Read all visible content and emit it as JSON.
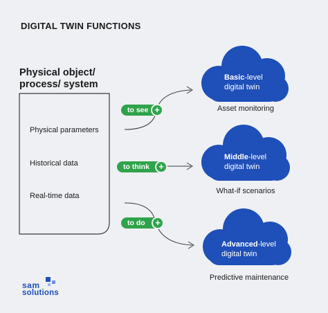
{
  "title": "DIGITAL TWIN FUNCTIONS",
  "source": {
    "title_line1": "Physical object/",
    "title_line2": "process/ system",
    "items": [
      "Physical parameters",
      "Historical data",
      "Real-time data"
    ]
  },
  "actions": [
    {
      "label": "to see"
    },
    {
      "label": "to think"
    },
    {
      "label": "to do"
    }
  ],
  "twins": [
    {
      "bold": "Basic",
      "rest": "-level",
      "line2": "digital twin",
      "caption": "Asset monitoring"
    },
    {
      "bold": "Middle",
      "rest": "-level",
      "line2": "digital twin",
      "caption": "What-if scenarios"
    },
    {
      "bold": "Advanced",
      "rest": "-level",
      "line2": "digital twin",
      "caption": "Predictive maintenance"
    }
  ],
  "logo": {
    "line1": "sam",
    "line2": "solutions"
  },
  "colors": {
    "cloud": "#1f4fb8",
    "pill": "#2fa34a",
    "background": "#eef0f3"
  }
}
